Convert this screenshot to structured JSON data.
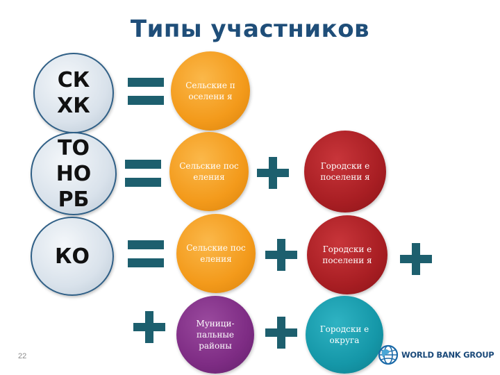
{
  "title": "Типы участников",
  "rows": [
    {
      "label_lines": [
        "СК",
        "ХК"
      ]
    },
    {
      "label_lines": [
        "ТО",
        "НО",
        "РБ"
      ]
    },
    {
      "label_lines": [
        "КО"
      ]
    }
  ],
  "circles": {
    "r1_rural": "Сельские поселени я",
    "r2_rural": "Сельские поселения",
    "r2_urban": "Городски е поселени я",
    "r3_rural": "Сельские поселения",
    "r3_urban": "Городски е поселени я",
    "r4_municipal": "Муници- пальные районы",
    "r4_urban_districts": "Городски е округа"
  },
  "footer": {
    "page_number": "22",
    "logo_text": "WORLD BANK GROUP"
  },
  "colors": {
    "title": "#1f4e79",
    "operator": "#1d5f6e",
    "rural": "#f39a1b",
    "urban": "#a81e23",
    "municipal": "#7e2c84",
    "urban_districts": "#1597a8"
  },
  "icons": {
    "equals": "equals-icon",
    "plus": "plus-icon",
    "logo": "globe-icon"
  }
}
